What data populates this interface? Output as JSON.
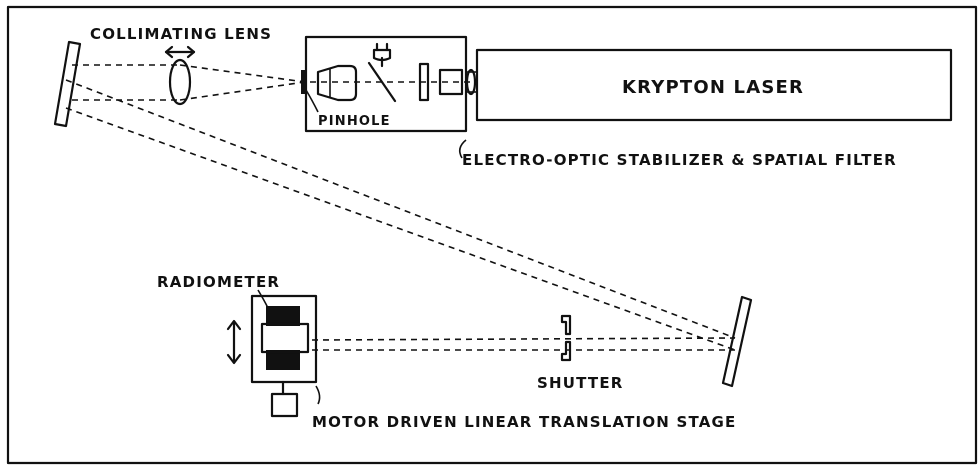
{
  "labels": {
    "collimating_lens": "COLLIMATING LENS",
    "pinhole": "PINHOLE",
    "krypton_laser": "KRYPTON LASER",
    "stabilizer": "ELECTRO-OPTIC STABILIZER & SPATIAL FILTER",
    "radiometer": "RADIOMETER",
    "shutter": "SHUTTER",
    "translation_stage": "MOTOR DRIVEN LINEAR TRANSLATION STAGE"
  },
  "colors": {
    "ink": "#111111",
    "paper": "#ffffff"
  }
}
